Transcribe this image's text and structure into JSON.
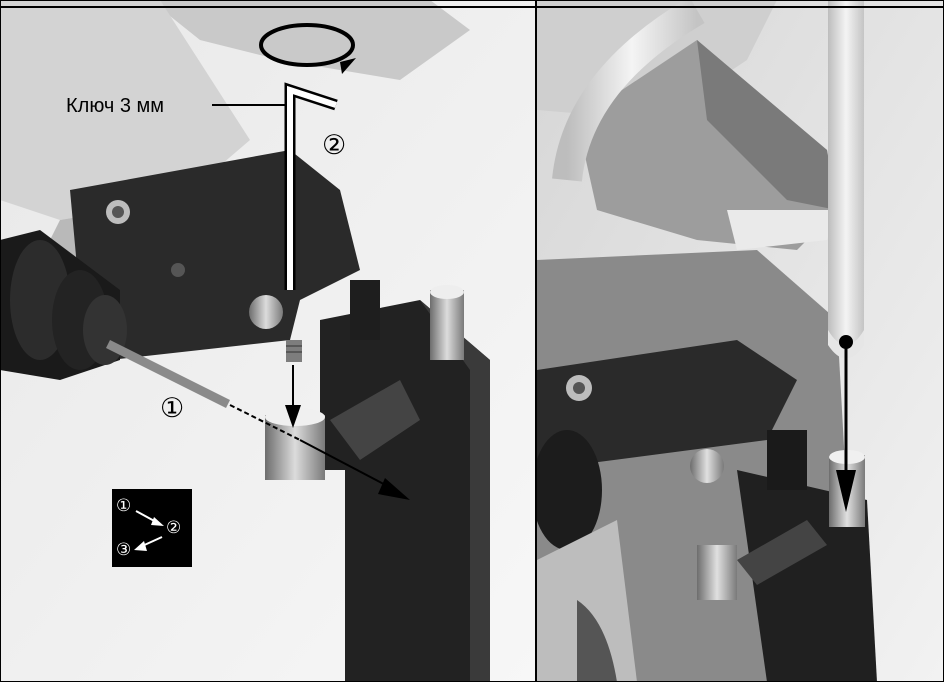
{
  "left_panel": {
    "tool_label": "Ключ 3 мм",
    "step_two": "②",
    "step_one": "①",
    "legend": {
      "one": "①",
      "two": "②",
      "three": "③"
    }
  },
  "colors": {
    "border": "#000000",
    "photo_light": "#d9d9d9",
    "photo_dark": "#1c1c1c",
    "metal": "#9a9a9a"
  },
  "icons": [
    "rotate-arrow-icon",
    "down-arrow-icon",
    "diagonal-arrow-icon",
    "hex-key-icon"
  ]
}
